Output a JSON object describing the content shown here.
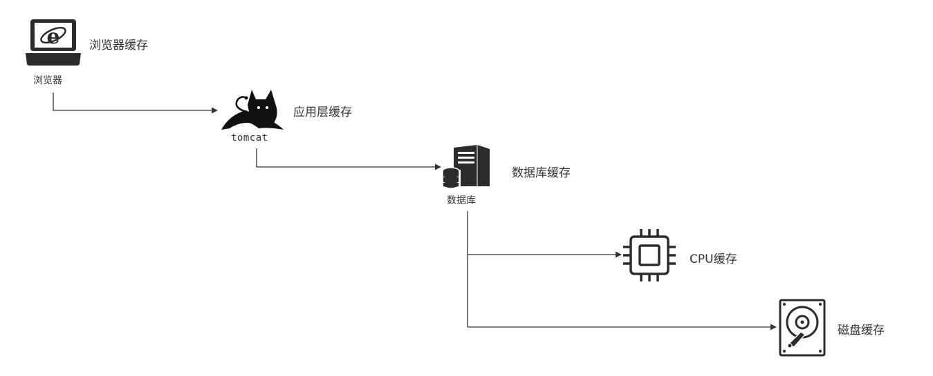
{
  "nodes": {
    "browser": {
      "label": "浏览器",
      "cache": "浏览器缓存",
      "icon": "laptop-browser-icon"
    },
    "tomcat": {
      "label": "tomcat",
      "cache": "应用层缓存",
      "icon": "tomcat-cat-icon"
    },
    "database": {
      "label": "数据库",
      "cache": "数据库缓存",
      "icon": "database-server-icon"
    },
    "cpu": {
      "cache": "CPU缓存",
      "icon": "cpu-chip-icon"
    },
    "disk": {
      "cache": "磁盘缓存",
      "icon": "hard-disk-icon"
    }
  },
  "colors": {
    "line": "#333333",
    "icon": "#2b2b2b",
    "text": "#333333"
  }
}
